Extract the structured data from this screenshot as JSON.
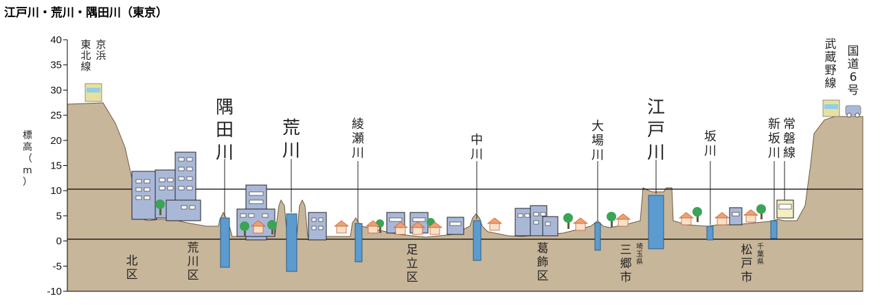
{
  "title": "江戸川・荒川・隅田川（東京）",
  "axis": {
    "label": "標高（m）",
    "ticks": [
      "40",
      "35",
      "30",
      "25",
      "20",
      "15",
      "10",
      "5",
      "0",
      "-5",
      "-10"
    ]
  },
  "rivers": [
    {
      "name": "隅田川"
    },
    {
      "name": "荒川"
    },
    {
      "name": "綾瀬川"
    },
    {
      "name": "中川"
    },
    {
      "name": "大場川"
    },
    {
      "name": "江戸川"
    },
    {
      "name": "坂川"
    },
    {
      "name": "新坂川"
    }
  ],
  "rail_labels": [
    {
      "name": "東北線"
    },
    {
      "name": "京浜"
    },
    {
      "name": "常磐線"
    },
    {
      "name": "武蔵野線"
    },
    {
      "name": "国道6号"
    }
  ],
  "wards": [
    {
      "name": "北区"
    },
    {
      "name": "荒川区"
    },
    {
      "name": "足立区"
    },
    {
      "name": "葛飾区"
    },
    {
      "name": "三郷市",
      "pref": "埼玉県"
    },
    {
      "name": "松戸市",
      "pref": "千葉県"
    }
  ],
  "colors": {
    "ground": "#c8b69a",
    "ground_edge": "#6b5a40",
    "water": "#5b9bd0",
    "building": "#aab8d8",
    "tree_green": "#3aa457",
    "tree_orange": "#f0a070",
    "train_body": "#e8e0a0",
    "train_window": "#8fd0e8"
  }
}
